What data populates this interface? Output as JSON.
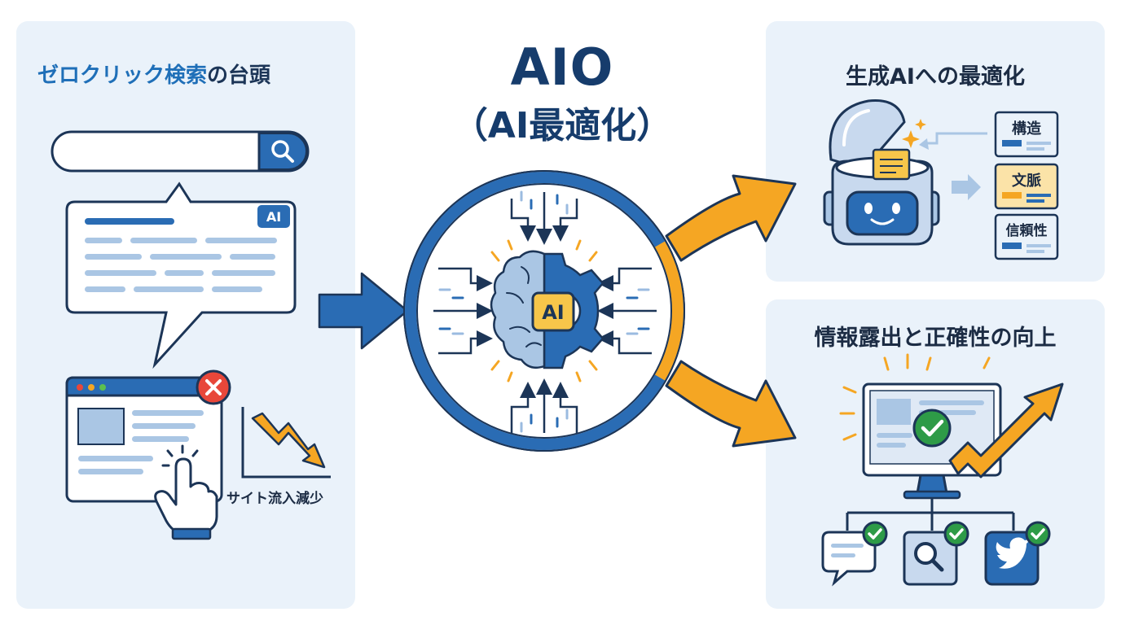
{
  "left_panel": {
    "title_highlight": "ゼロクリック検索",
    "title_rest": "の台頭",
    "ai_badge": "AI",
    "traffic_label": "サイト流入減少"
  },
  "center": {
    "title": "AIO",
    "subtitle": "（AI最適化）",
    "core_badge": "AI"
  },
  "top_right_panel": {
    "title": "生成AIへの最適化",
    "chips": [
      "構造",
      "文脈",
      "信頼性"
    ]
  },
  "bottom_right_panel": {
    "title": "情報露出と正確性の向上"
  },
  "colors": {
    "blue": "#2a6cb4",
    "navy": "#1c3557",
    "orange": "#f5a623",
    "panel_bg": "#eaf2fa",
    "green": "#2e9b47",
    "red": "#e8473a"
  }
}
